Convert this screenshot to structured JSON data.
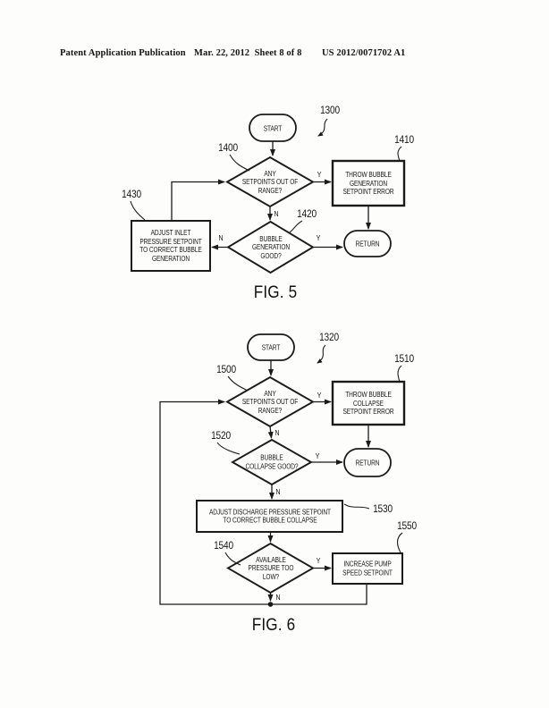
{
  "colors": {
    "ink": "#1b1b1b",
    "paper": "#fdfdfc"
  },
  "header": {
    "publication": "Patent Application Publication",
    "date_sheet": "Mar. 22, 2012  Sheet 8 of 8",
    "doc_number": "US 2012/0071702 A1"
  },
  "fig5": {
    "caption": "FIG. 5",
    "figure_ref": "1300",
    "start_label": "START",
    "return_label": "RETURN",
    "yes": "Y",
    "no": "N",
    "decision_setpoints": {
      "ref": "1400",
      "text": "ANY\nSETPOINTS OUT OF\nRANGE?"
    },
    "box_throw_error": {
      "ref": "1410",
      "text": "THROW BUBBLE\nGENERATION\nSETPOINT ERROR"
    },
    "decision_generation": {
      "ref": "1420",
      "text": "BUBBLE\nGENERATION\nGOOD?"
    },
    "box_adjust": {
      "ref": "1430",
      "text": "ADJUST INLET\nPRESSURE SETPOINT\nTO CORRECT BUBBLE\nGENERATION"
    }
  },
  "fig6": {
    "caption": "FIG. 6",
    "figure_ref": "1320",
    "start_label": "START",
    "return_label": "RETURN",
    "yes": "Y",
    "no": "N",
    "decision_setpoints": {
      "ref": "1500",
      "text": "ANY\nSETPOINTS OUT OF\nRANGE?"
    },
    "box_throw_error": {
      "ref": "1510",
      "text": "THROW BUBBLE\nCOLLAPSE\nSETPOINT ERROR"
    },
    "decision_collapse": {
      "ref": "1520",
      "text": "BUBBLE\nCOLLAPSE GOOD?"
    },
    "box_adjust": {
      "ref": "1530",
      "text": "ADJUST DISCHARGE PRESSURE SETPOINT\nTO CORRECT BUBBLE COLLAPSE"
    },
    "decision_pressure": {
      "ref": "1540",
      "text": "AVAILABLE\nPRESSURE TOO\nLOW?"
    },
    "box_pump": {
      "ref": "1550",
      "text": "INCREASE PUMP\nSPEED SETPOINT"
    }
  }
}
